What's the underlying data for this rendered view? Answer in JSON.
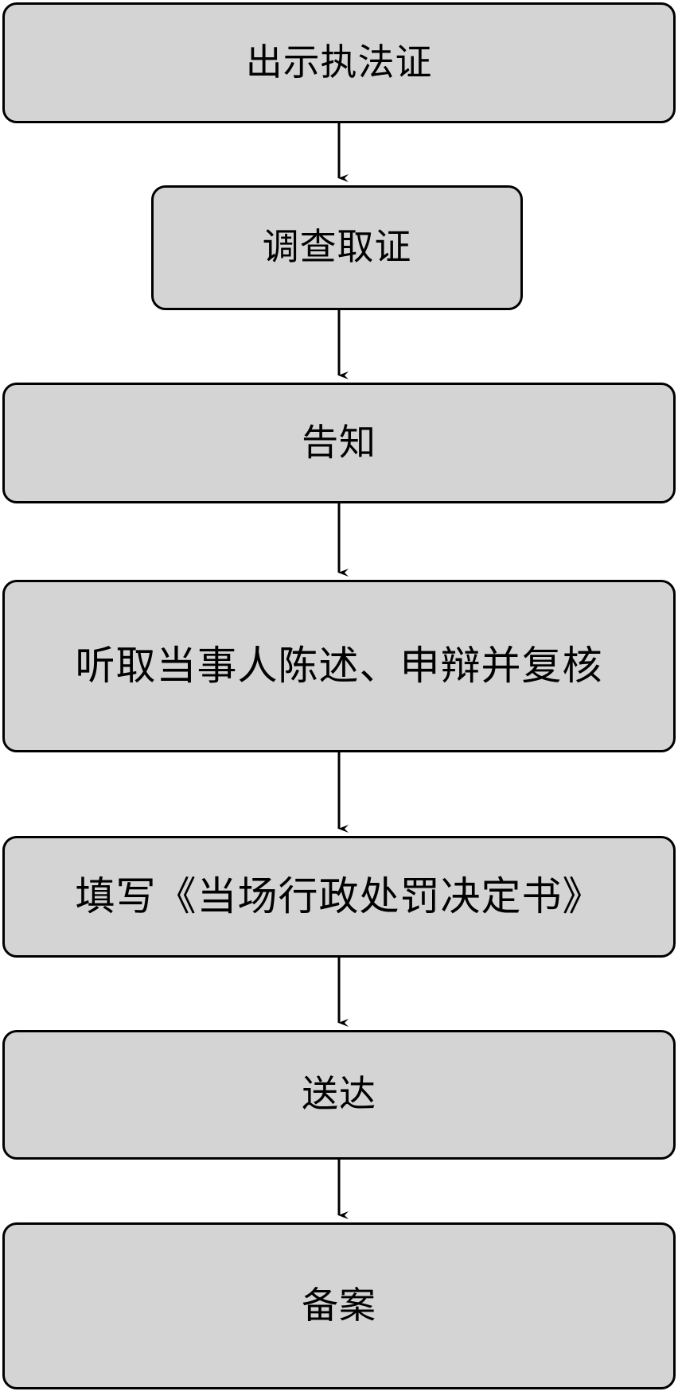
{
  "diagram": {
    "type": "flowchart",
    "orientation": "vertical",
    "background_color": "#FFFFFF",
    "node_fill_color": "#D4D4D4",
    "node_border_color": "#000000",
    "edge_color": "#000000",
    "nodes": [
      {
        "id": "n1",
        "label": "出示执法证"
      },
      {
        "id": "n2",
        "label": "调查取证"
      },
      {
        "id": "n3",
        "label": "告知"
      },
      {
        "id": "n4",
        "label": "听取当事人陈述、申辩并复核"
      },
      {
        "id": "n5",
        "label": "填写《当场行政处罚决定书》"
      },
      {
        "id": "n6",
        "label": "送达"
      },
      {
        "id": "n7",
        "label": "备案"
      }
    ],
    "edges": [
      {
        "from": "n1",
        "to": "n2",
        "label": ""
      },
      {
        "from": "n2",
        "to": "n3",
        "label": ""
      },
      {
        "from": "n3",
        "to": "n4",
        "label": ""
      },
      {
        "from": "n4",
        "to": "n5",
        "label": ""
      },
      {
        "from": "n5",
        "to": "n6",
        "label": ""
      },
      {
        "from": "n6",
        "to": "n7",
        "label": ""
      }
    ]
  }
}
